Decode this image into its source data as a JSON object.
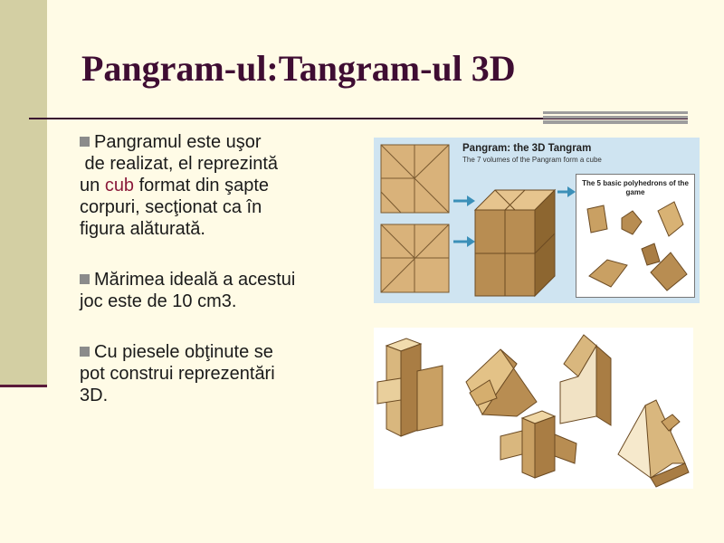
{
  "slide": {
    "title": "Pangram-ul:Tangram-ul 3D",
    "paragraphs": [
      {
        "lines": [
          "Pangramul este uşor",
          " de realizat, el reprezintă"
        ],
        "pre_highlight": "un ",
        "highlight": "cub",
        "post_highlight": " format din şapte",
        "tail_lines": [
          "corpuri, secţionat ca în",
          "figura alăturată."
        ]
      },
      {
        "lines": [
          "Mărimea ideală a acestui",
          "joc este de 10 cm3."
        ]
      },
      {
        "lines": [
          "Cu piesele obţinute se",
          "pot construi reprezentări",
          "3D."
        ]
      }
    ],
    "colors": {
      "background": "#fffbe6",
      "title": "#3f0d33",
      "highlight": "#8b1a3a",
      "side_band": "#d3cfa3"
    }
  },
  "figure_top": {
    "heading": "Pangram: the 3D Tangram",
    "subheading": "The 7 volumes of the Pangram form a cube",
    "inset_caption": "The 5 basic polyhedrons of the game"
  },
  "figure_bottom": {
    "icons": [
      "cross-shape-icon",
      "roof-shape-icon",
      "ramp-shape-icon",
      "plus-shape-icon",
      "wedge-shape-icon"
    ]
  }
}
